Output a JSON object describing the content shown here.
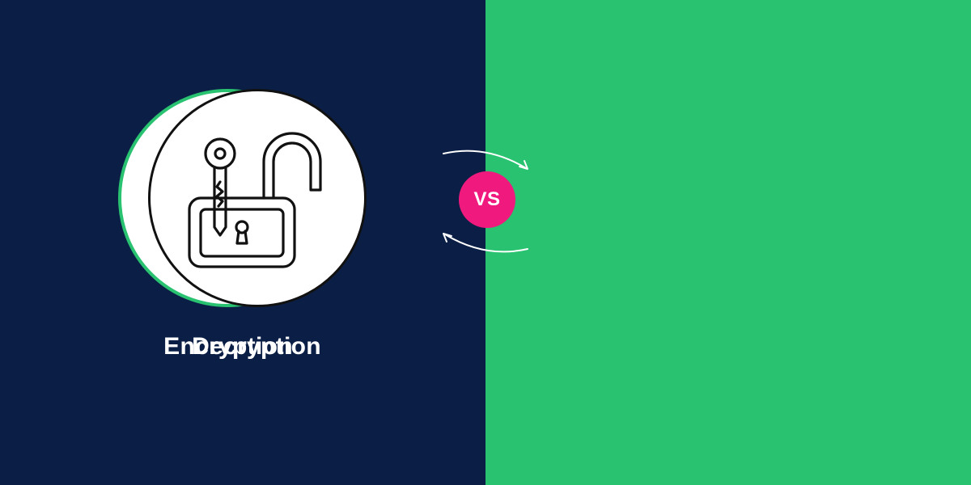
{
  "colors": {
    "left_background": "#0b1f46",
    "right_background": "#29c270",
    "vs_badge": "#f0197d",
    "text": "#ffffff"
  },
  "left": {
    "label": "Encryption",
    "icon": "digital-key-icon"
  },
  "right": {
    "label": "Decryption",
    "icon": "unlocked-padlock-with-key-icon"
  },
  "vs": {
    "label": "VS",
    "icons": [
      "arrow-right-curved-icon",
      "arrow-left-curved-icon"
    ]
  }
}
